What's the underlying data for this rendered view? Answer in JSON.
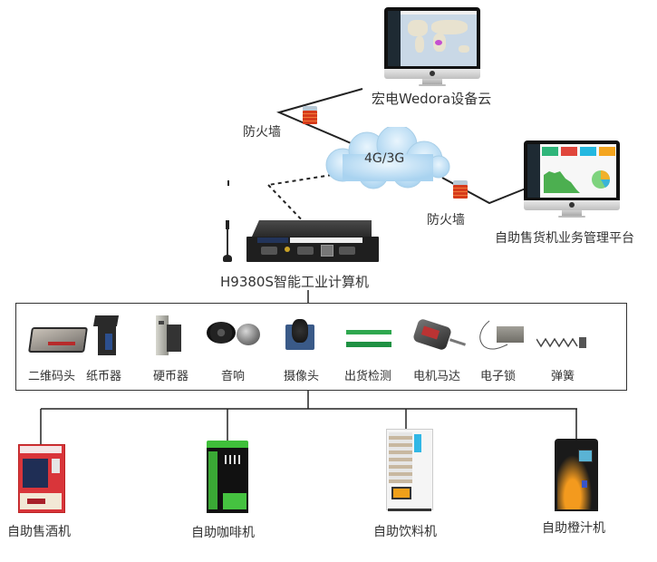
{
  "diagram": {
    "cloud_platform": {
      "label": "宏电Wedora设备云",
      "icon": "imac-monitor-world-map"
    },
    "business_platform": {
      "label": "自助售货机业务管理平台",
      "icon": "imac-monitor-dashboard"
    },
    "network": {
      "label": "4G/3G",
      "icon": "cloud-icon"
    },
    "firewalls": [
      {
        "label": "防火墙",
        "position": "between cloud platform and network"
      },
      {
        "label": "防火墙",
        "position": "between network and business platform"
      }
    ],
    "gateway": {
      "label": "H9380S智能工业计算机",
      "icon": "industrial-computer-with-antenna"
    },
    "components": [
      {
        "label": "二维码头",
        "icon": "qr-scanner"
      },
      {
        "label": "纸币器",
        "icon": "bill-acceptor"
      },
      {
        "label": "硬币器",
        "icon": "coin-acceptor"
      },
      {
        "label": "音响",
        "icon": "speaker"
      },
      {
        "label": "摄像头",
        "icon": "camera-module"
      },
      {
        "label": "出货检测",
        "icon": "dispense-sensor"
      },
      {
        "label": "电机马达",
        "icon": "motor"
      },
      {
        "label": "电子锁",
        "icon": "electronic-lock"
      },
      {
        "label": "弹簧",
        "icon": "spring"
      }
    ],
    "machines": [
      {
        "label": "自助售酒机",
        "icon": "wine-vending-machine",
        "color": "#d7282f"
      },
      {
        "label": "自助咖啡机",
        "icon": "coffee-vending-machine",
        "color": "#3aa935"
      },
      {
        "label": "自助饮料机",
        "icon": "drink-vending-machine",
        "color": "#f2f2f2"
      },
      {
        "label": "自助橙汁机",
        "icon": "orange-juice-machine",
        "color": "#f39a1e"
      }
    ],
    "colors": {
      "line": "#222222",
      "cloud": "#bfe0f5",
      "firewall": "#e0452a"
    }
  }
}
